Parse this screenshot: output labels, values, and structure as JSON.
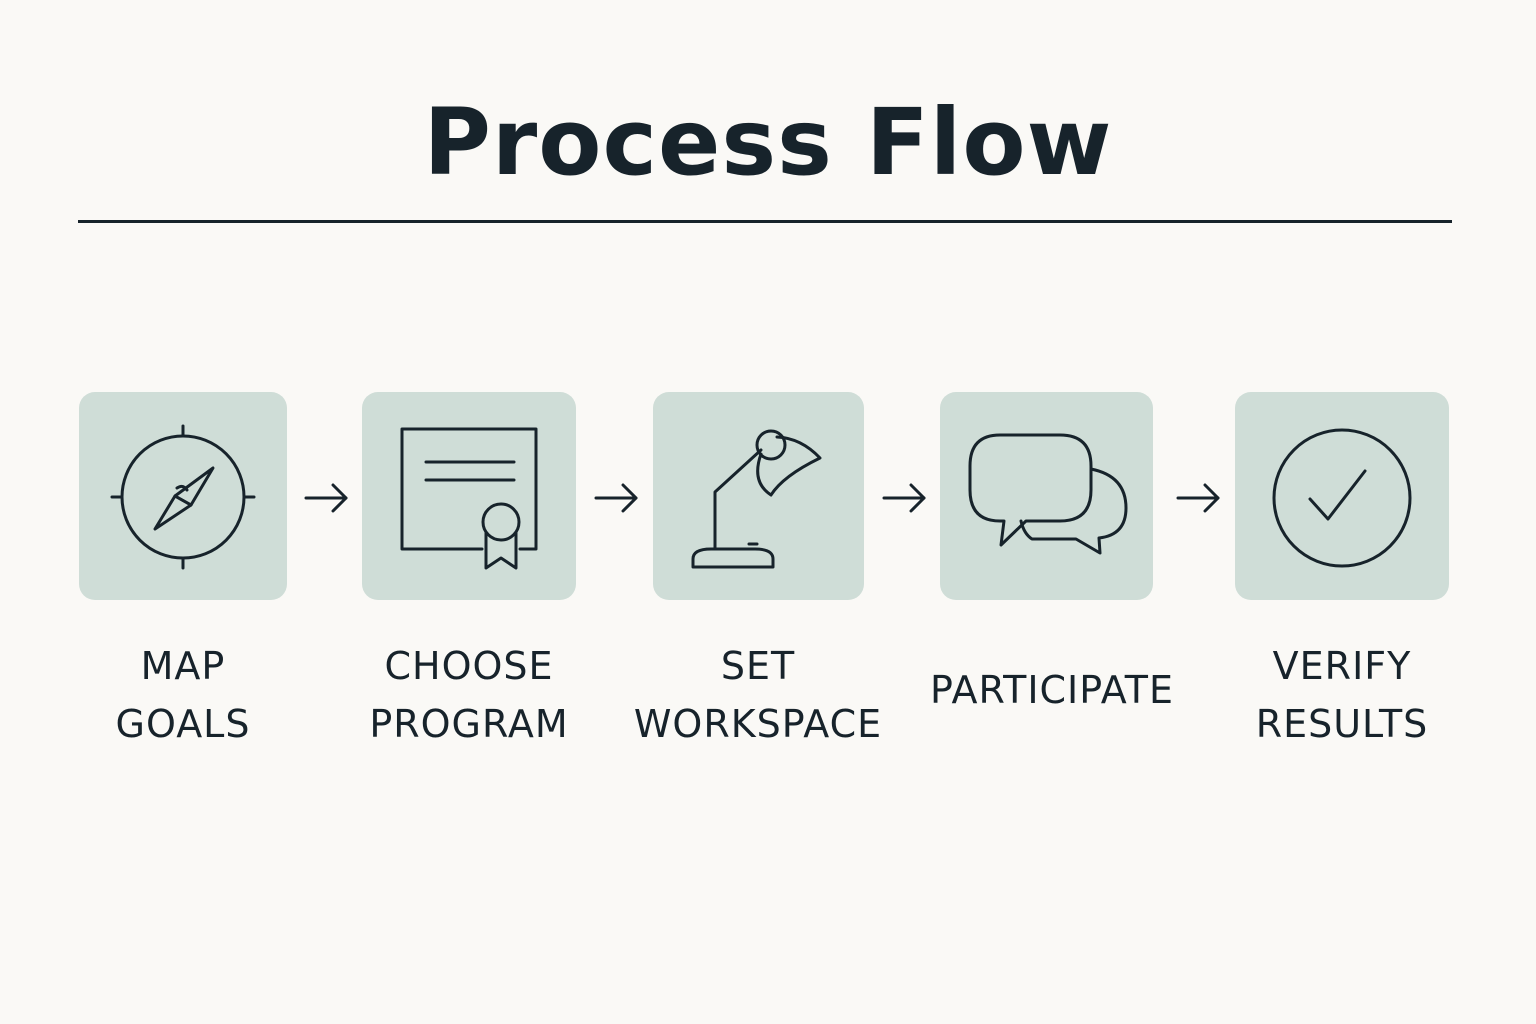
{
  "diagram": {
    "title": "Process Flow",
    "steps": [
      {
        "icon": "compass-icon",
        "label_lines": [
          "MAP",
          "GOALS"
        ]
      },
      {
        "icon": "certificate-icon",
        "label_lines": [
          "CHOOSE",
          "PROGRAM"
        ]
      },
      {
        "icon": "desk-lamp-icon",
        "label_lines": [
          "SET",
          "WORKSPACE"
        ]
      },
      {
        "icon": "speech-bubbles-icon",
        "label_lines": [
          "PARTICIPATE"
        ]
      },
      {
        "icon": "check-circle-icon",
        "label_lines": [
          "VERIFY",
          "RESULTS"
        ]
      }
    ],
    "connector_icon": "arrow-right-icon",
    "colors": {
      "background": "#faf9f6",
      "tile": "#cfddd7",
      "ink": "#17232b"
    }
  }
}
